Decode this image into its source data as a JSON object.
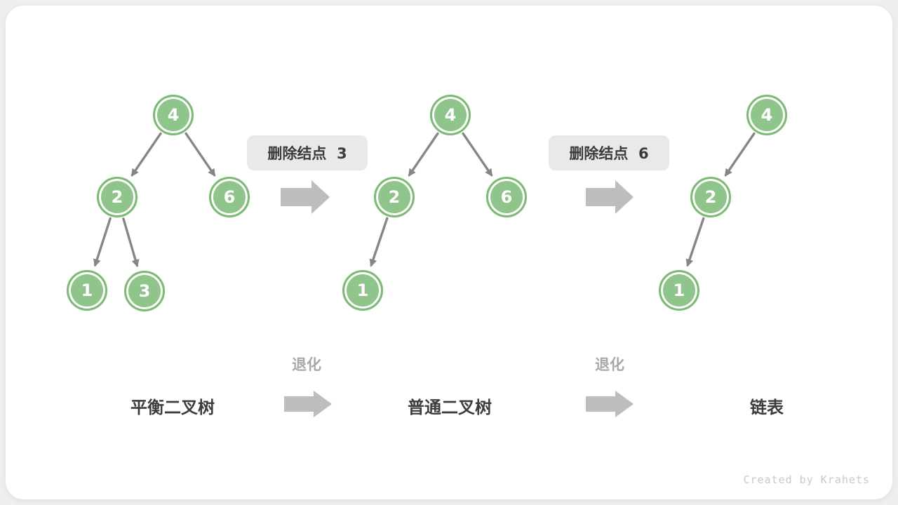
{
  "diagram": {
    "title_context": "binary search tree degradation",
    "trees": [
      {
        "label": "平衡二叉树",
        "nodes": [
          "4",
          "2",
          "6",
          "1",
          "3"
        ],
        "edges": [
          [
            "4",
            "2"
          ],
          [
            "4",
            "6"
          ],
          [
            "2",
            "1"
          ],
          [
            "2",
            "3"
          ]
        ]
      },
      {
        "label": "普通二叉树",
        "nodes": [
          "4",
          "2",
          "6",
          "1"
        ],
        "edges": [
          [
            "4",
            "2"
          ],
          [
            "4",
            "6"
          ],
          [
            "2",
            "1"
          ]
        ]
      },
      {
        "label": "链表",
        "nodes": [
          "4",
          "2",
          "1"
        ],
        "edges": [
          [
            "4",
            "2"
          ],
          [
            "2",
            "1"
          ]
        ]
      }
    ],
    "step_labels": [
      {
        "text": "删除结点  3"
      },
      {
        "text": "删除结点  6"
      }
    ],
    "transitions": [
      {
        "label": "退化"
      },
      {
        "label": "退化"
      }
    ],
    "watermark": "Created by Krahets"
  },
  "colors": {
    "page_bg": "#efefef",
    "card_bg": "#ffffff",
    "node_fill": "#8fc58a",
    "node_border": "#7cba75",
    "node_text": "#ffffff",
    "tree_edge": "#868686",
    "block_arrow": "#bdbdbd",
    "step_label_bg": "#e9e9e9",
    "step_label_text": "#3b3b3b",
    "degrade_text": "#a9a9a9",
    "stage_text": "#3d3d3d",
    "watermark_text": "#c9c9c9"
  }
}
